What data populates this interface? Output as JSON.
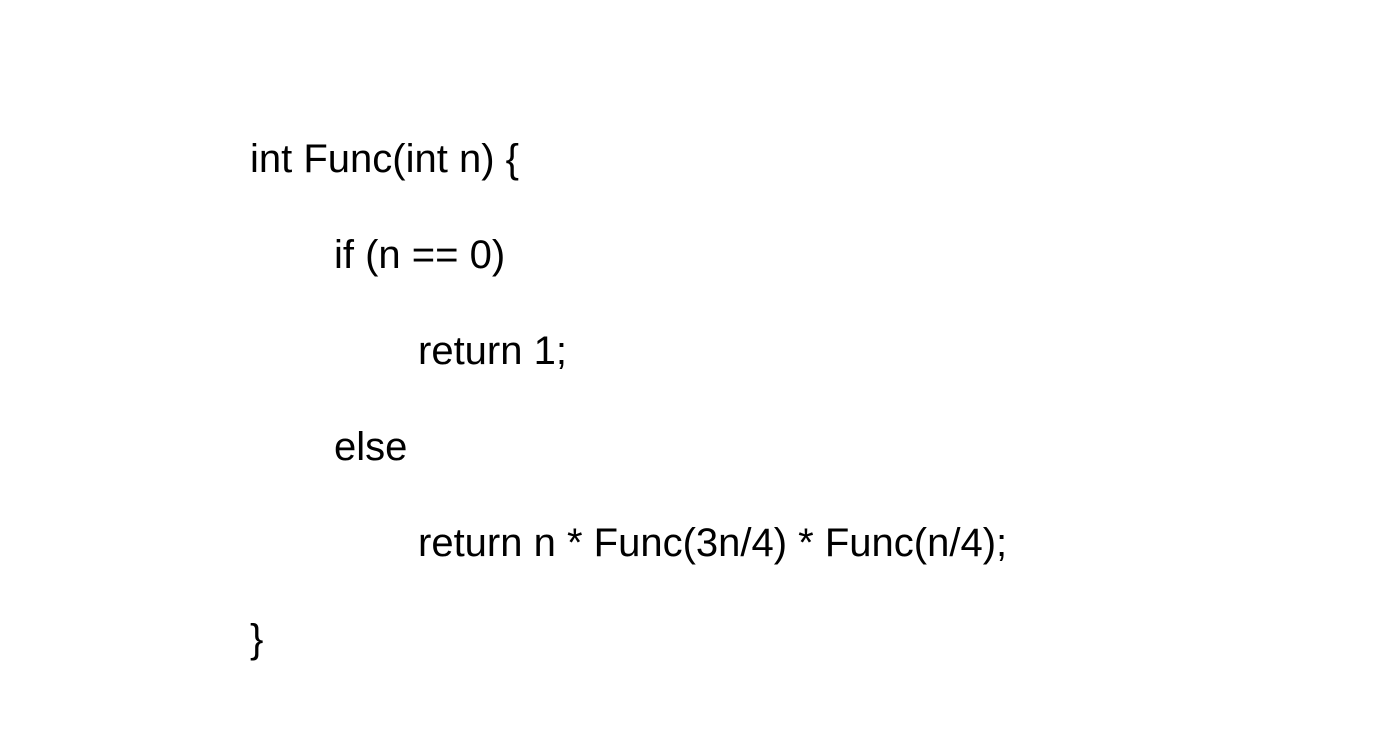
{
  "code": {
    "lines": [
      "int Func(int n) {",
      "if (n == 0)",
      "return 1;",
      "else",
      "return n * Func(3n/4) * Func(n/4);",
      "}"
    ]
  }
}
